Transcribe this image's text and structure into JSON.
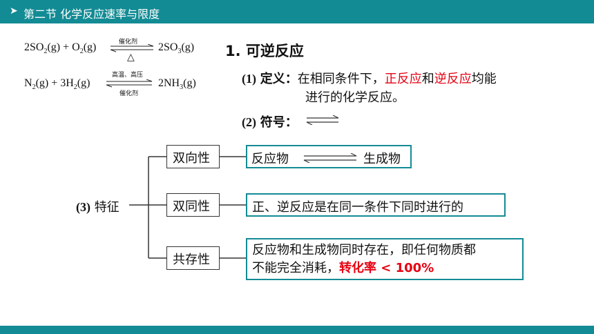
{
  "header": {
    "chevron_icon": "chevron-right-icon",
    "title": "第二节  化学反应速率与限度"
  },
  "equations": {
    "eq1": {
      "left": [
        "2SO",
        "2",
        "(g) + O",
        "2",
        "(g)"
      ],
      "catalyst": "催化剂",
      "heat_symbol": "△",
      "right": [
        "2SO",
        "3",
        "(g)"
      ]
    },
    "eq2": {
      "left": [
        "N",
        "2",
        "(g) + 3H",
        "2",
        "(g)"
      ],
      "condition_top": "高温、高压",
      "condition_bottom": "催化剂",
      "right": [
        "2NH",
        "3",
        "(g)"
      ]
    }
  },
  "section": {
    "heading": "1. 可逆反应",
    "definition": {
      "num": "(1)",
      "label": "定义：",
      "text_a": "在相同条件下，",
      "red_1": "正反应",
      "text_b": "和",
      "red_2": "逆反应",
      "text_c": "均能",
      "text_d": "进行的化学反应。"
    },
    "symbol": {
      "num": "(2)",
      "label": "符号："
    }
  },
  "features": {
    "num": "(3)",
    "label": "特征",
    "items": [
      {
        "name": "双向性",
        "desc_left": "反应物",
        "desc_right": "生成物"
      },
      {
        "name": "双同性",
        "desc": "正、逆反应是在同一条件下同时进行的"
      },
      {
        "name": "共存性",
        "desc_line1": "反应物和生成物同时存在，即任何物质都",
        "desc_line2_a": "不能完全消耗，",
        "desc_line2_red": "转化率 < 100%"
      }
    ]
  },
  "colors": {
    "teal": "#138b94",
    "red": "#e60012"
  }
}
